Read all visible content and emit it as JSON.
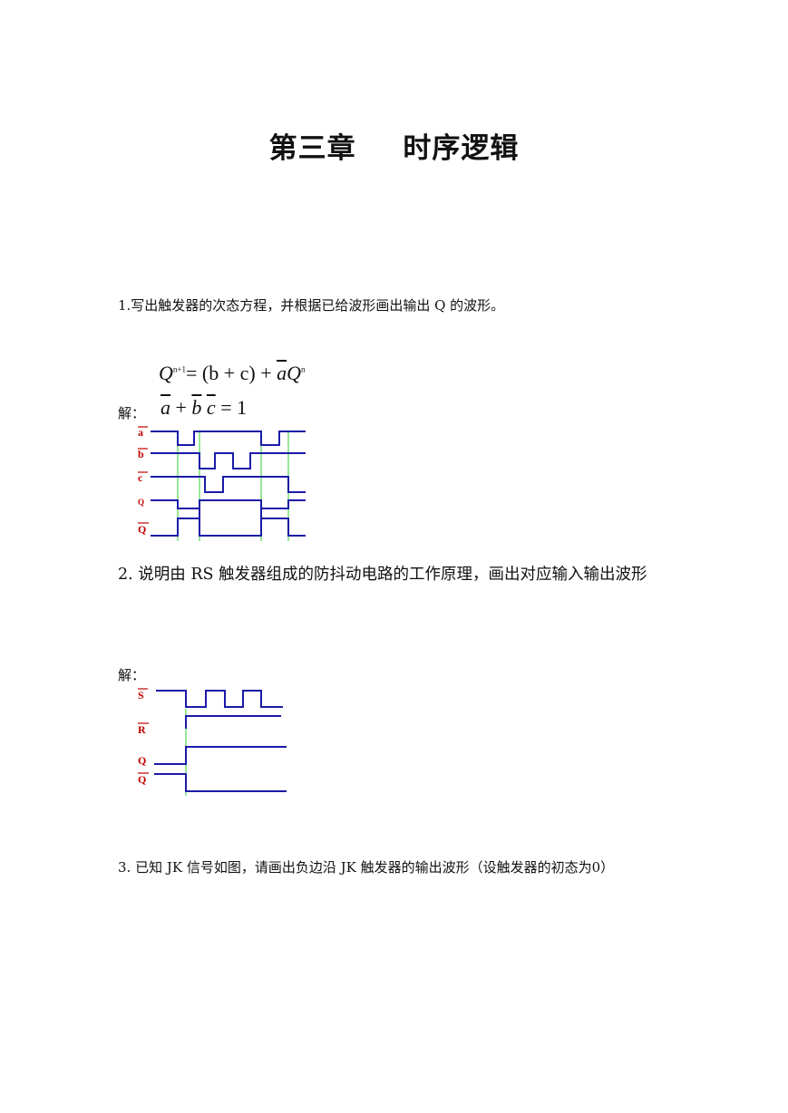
{
  "title": "第三章　 时序逻辑",
  "q1": {
    "text": "1.写出触发器的次态方程，并根据已给波形画出输出 Q 的波形。",
    "eq1_lhs": "Q",
    "eq1_sup": "n+1",
    "eq1_rhs": "= (b + c) + ",
    "eq1_a": "a",
    "eq1_q": "Q",
    "eq1_qsup": "n",
    "jie": "解：",
    "eq2_a": "a",
    "eq2_plus": " + ",
    "eq2_b": "b",
    "eq2_c": "c",
    "eq2_rhs": " = 1",
    "labels": [
      "a",
      "b",
      "c",
      "Q",
      "Q"
    ]
  },
  "q2": {
    "text": "2. 说明由 RS 触发器组成的防抖动电路的工作原理，画出对应输入输出波形",
    "jie": "解：",
    "labels": [
      "S",
      "R",
      "Q",
      "Q"
    ]
  },
  "q3": {
    "text": "3. 已知 JK 信号如图，请画出负边沿 JK 触发器的输出波形（设触发器的初态为0）"
  },
  "colors": {
    "wave": "#1a1aa8",
    "guide": "#33cc33",
    "label": "#c00000"
  }
}
